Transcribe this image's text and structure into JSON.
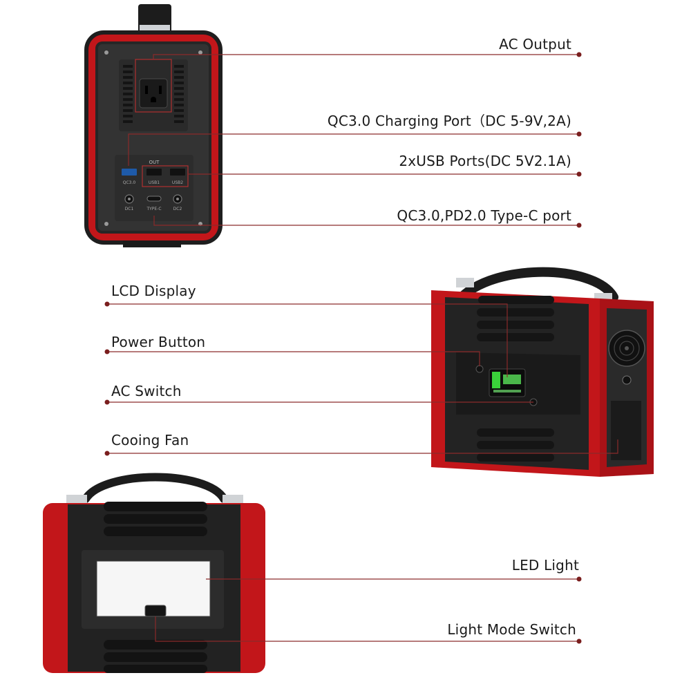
{
  "colors": {
    "leader_line": "#8a2a2a",
    "marker": "#7a1e1e",
    "device_red": "#c2161a",
    "device_dark": "#2b2b2b",
    "device_black": "#161616"
  },
  "callouts": {
    "ac_output": "AC Output",
    "qc30_charging_port": "QC3.0 Charging Port（DC 5-9V,2A)",
    "usb_ports": "2xUSB Ports(DC 5V2.1A)",
    "type_c_port": "QC3.0,PD2.0 Type-C port",
    "lcd_display": "LCD Display",
    "power_button": "Power Button",
    "ac_switch": "AC Switch",
    "cooling_fan": "Cooing Fan",
    "led_light": "LED Light",
    "light_mode_switch": "Light Mode Switch"
  },
  "panel_text": {
    "out": "OUT",
    "qc30": "QC3.0",
    "usb1": "USB1",
    "usb2": "USB2",
    "dc1": "DC1",
    "type_c": "TYPE-C",
    "dc2": "DC2"
  },
  "icons": [
    "ac-outlet-icon",
    "usb-port-icon",
    "type-c-port-icon",
    "dc-port-icon",
    "fan-grille-icon",
    "lcd-screen-icon",
    "led-panel-icon"
  ]
}
